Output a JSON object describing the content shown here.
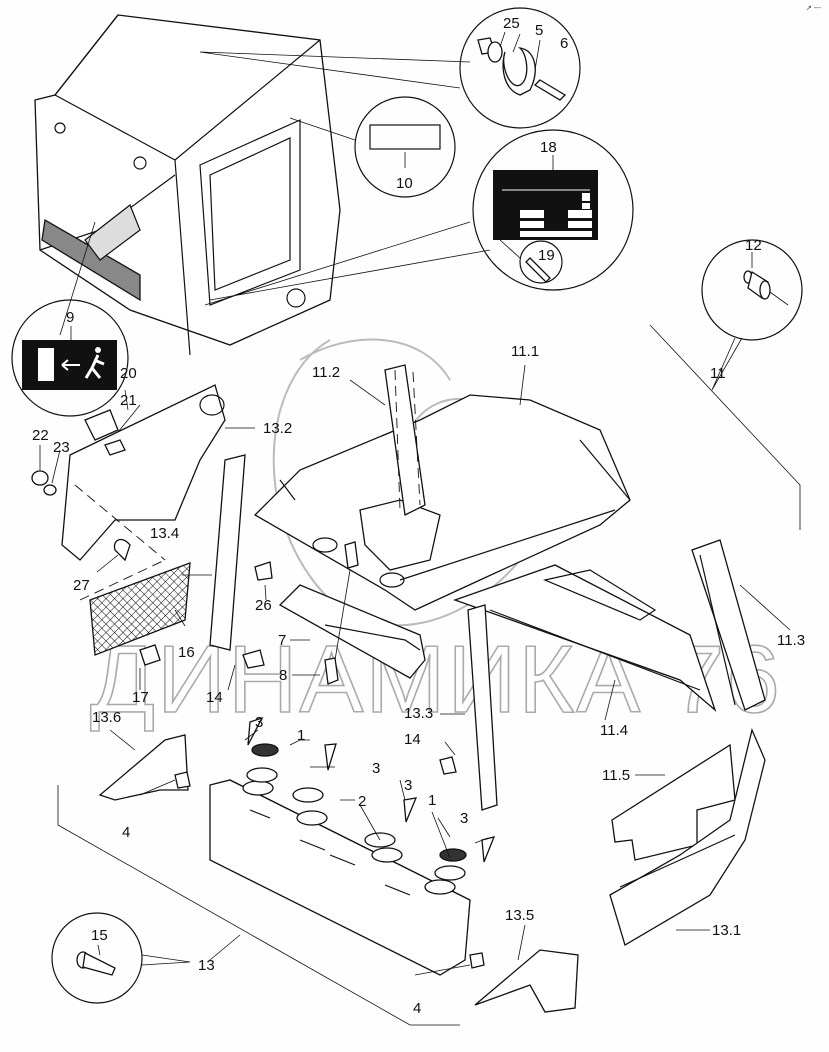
{
  "diagram": {
    "type": "exploded parts diagram",
    "subject": "cab interior panels",
    "watermark": "ДИНАМИКА 76",
    "corner_mark": "↗ ---",
    "colors": {
      "line": "#111111",
      "background": "#fefefe",
      "watermark": "#aaaaaa",
      "label_fill": "#111111"
    },
    "callouts": {
      "c25": "25",
      "c5": "5",
      "c6": "6",
      "c10": "10",
      "c18": "18",
      "c19": "19",
      "c12": "12",
      "c9": "9",
      "c11": "11",
      "c11_1": "11.1",
      "c11_2": "11.2",
      "c11_3": "11.3",
      "c11_4": "11.4",
      "c11_5": "11.5",
      "c20": "20",
      "c21": "21",
      "c22": "22",
      "c23": "23",
      "c13_2": "13.2",
      "c13_4": "13.4",
      "c27": "27",
      "c26": "26",
      "c16": "16",
      "c7": "7",
      "c8": "8",
      "c17": "17",
      "c14a": "14",
      "c13_6": "13.6",
      "c13_3": "13.3",
      "c14b": "14",
      "c3a": "3",
      "c1a": "1",
      "c3b": "3",
      "c2": "2",
      "c3c": "3",
      "c1b": "1",
      "c3d": "3",
      "c4a": "4",
      "c13_5": "13.5",
      "c13_1": "13.1",
      "c15": "15",
      "c13": "13",
      "c4b": "4"
    }
  }
}
